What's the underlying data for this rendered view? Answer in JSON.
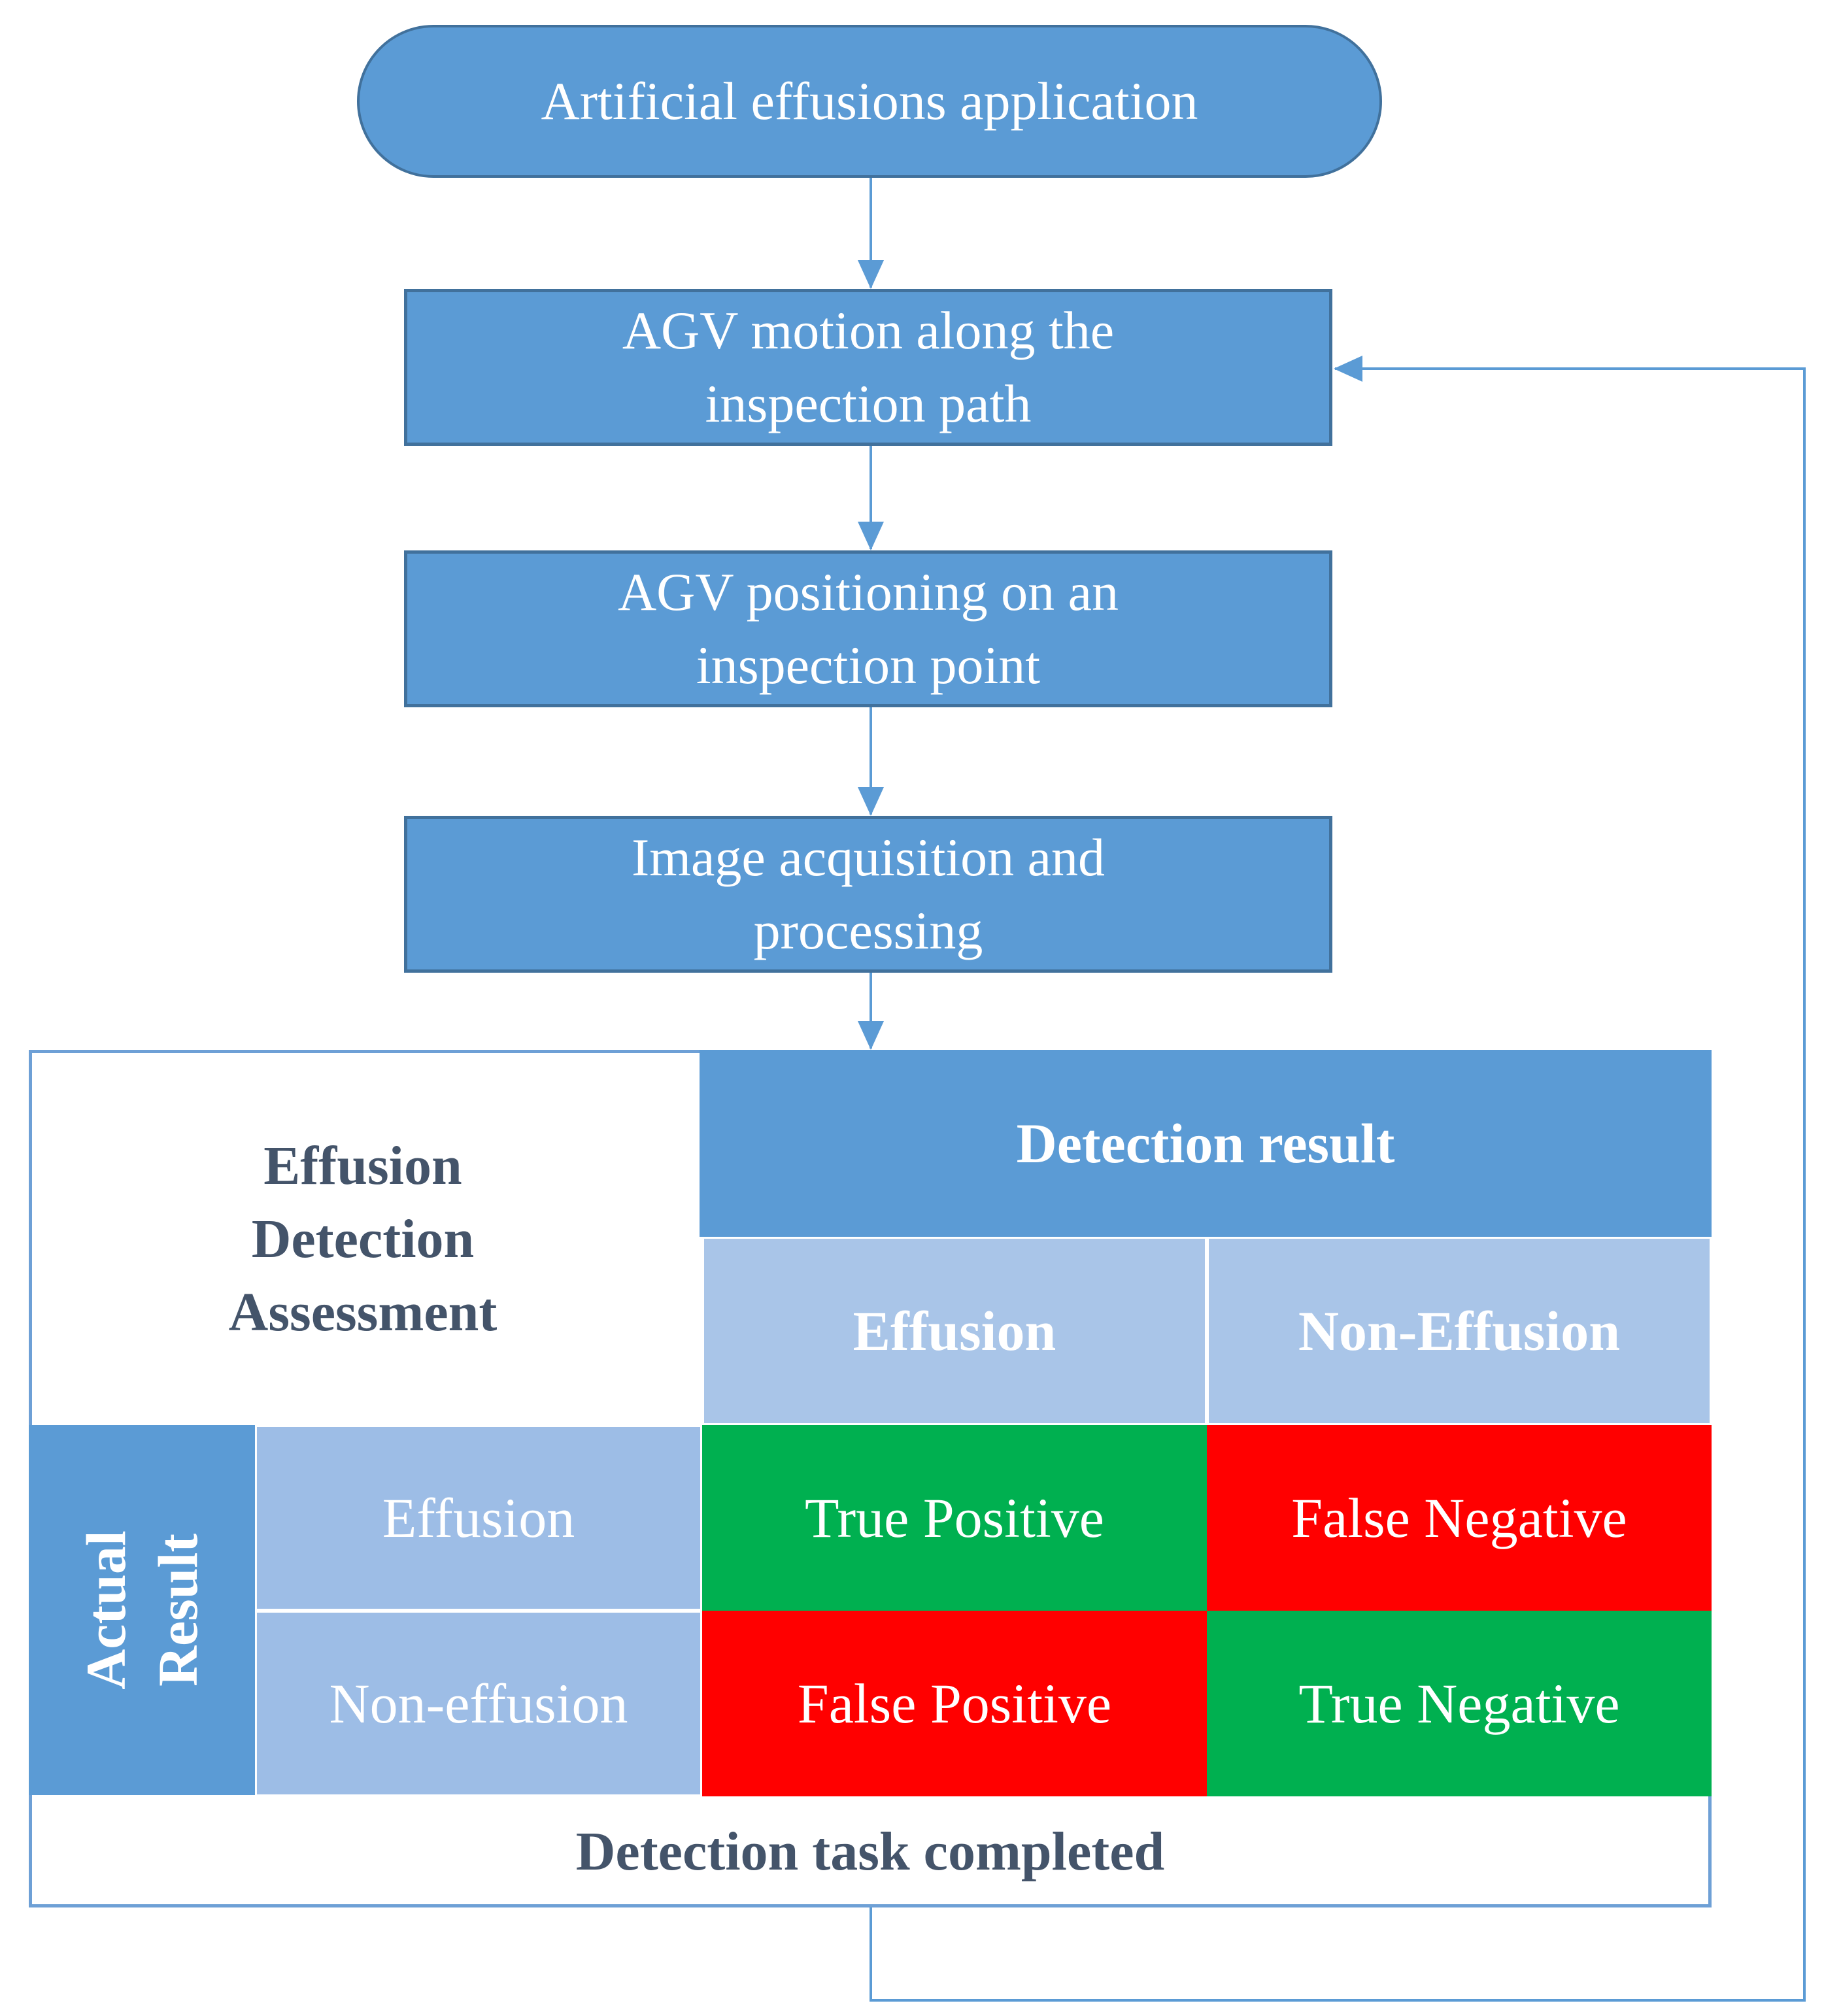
{
  "flowchart": {
    "start": "Artificial effusions application",
    "steps": [
      "AGV motion along the\ninspection path",
      "AGV positioning on an\ninspection point",
      "Image acquisition and\nprocessing"
    ]
  },
  "assessment": {
    "title": "Effusion\nDetection\nAssessment",
    "detection_header": "Detection result",
    "detection_columns": [
      "Effusion",
      "Non-Effusion"
    ],
    "actual_header": "Actual\nResult",
    "actual_rows": [
      "Effusion",
      "Non-effusion"
    ],
    "outcomes": [
      [
        "True Positive",
        "False Negative"
      ],
      [
        "False Positive",
        "True Negative"
      ]
    ],
    "footer": "Detection task completed"
  },
  "colors": {
    "box_fill": "#5b9bd5",
    "box_border": "#41719c",
    "light_header": "#a9c5e8",
    "positive_green": "#00b050",
    "negative_red": "#ff0000",
    "dark_text": "#44546a",
    "connector": "#5b9bd5"
  }
}
